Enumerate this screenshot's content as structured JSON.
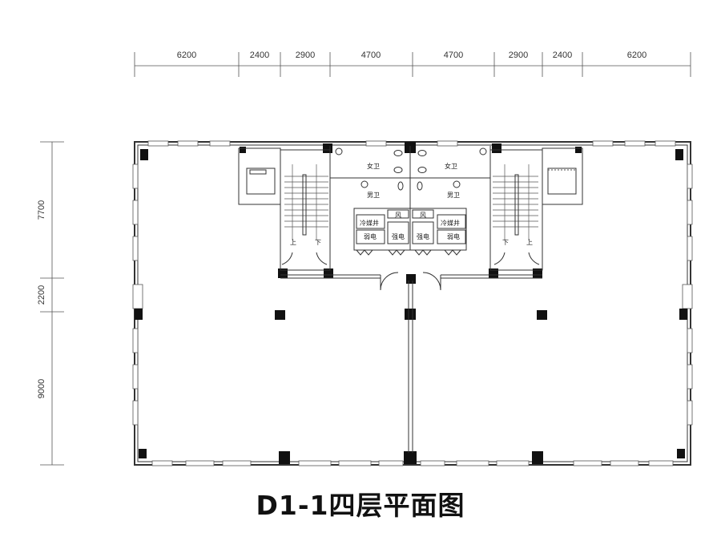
{
  "plan": {
    "title": "D1-1四层平面图",
    "top_dimensions": [
      "6200",
      "2400",
      "2900",
      "4700",
      "4700",
      "2900",
      "2400",
      "6200"
    ],
    "left_dimensions": [
      "7700",
      "2200",
      "9000"
    ],
    "rooms": {
      "womens_wc_left": "女卫",
      "womens_wc_right": "女卫",
      "mens_wc_left": "男卫",
      "mens_wc_right": "男卫",
      "vent_left": "风",
      "vent_right": "风",
      "refrigerant_shaft_left": "冷媒井",
      "refrigerant_shaft_right": "冷媒井",
      "weak_current_left": "弱电",
      "weak_current_right": "弱电",
      "strong_current_left": "强电",
      "strong_current_right": "强电"
    },
    "stairs": {
      "left_up": "上",
      "left_down": "下",
      "right_down": "下",
      "right_up": "上"
    }
  }
}
